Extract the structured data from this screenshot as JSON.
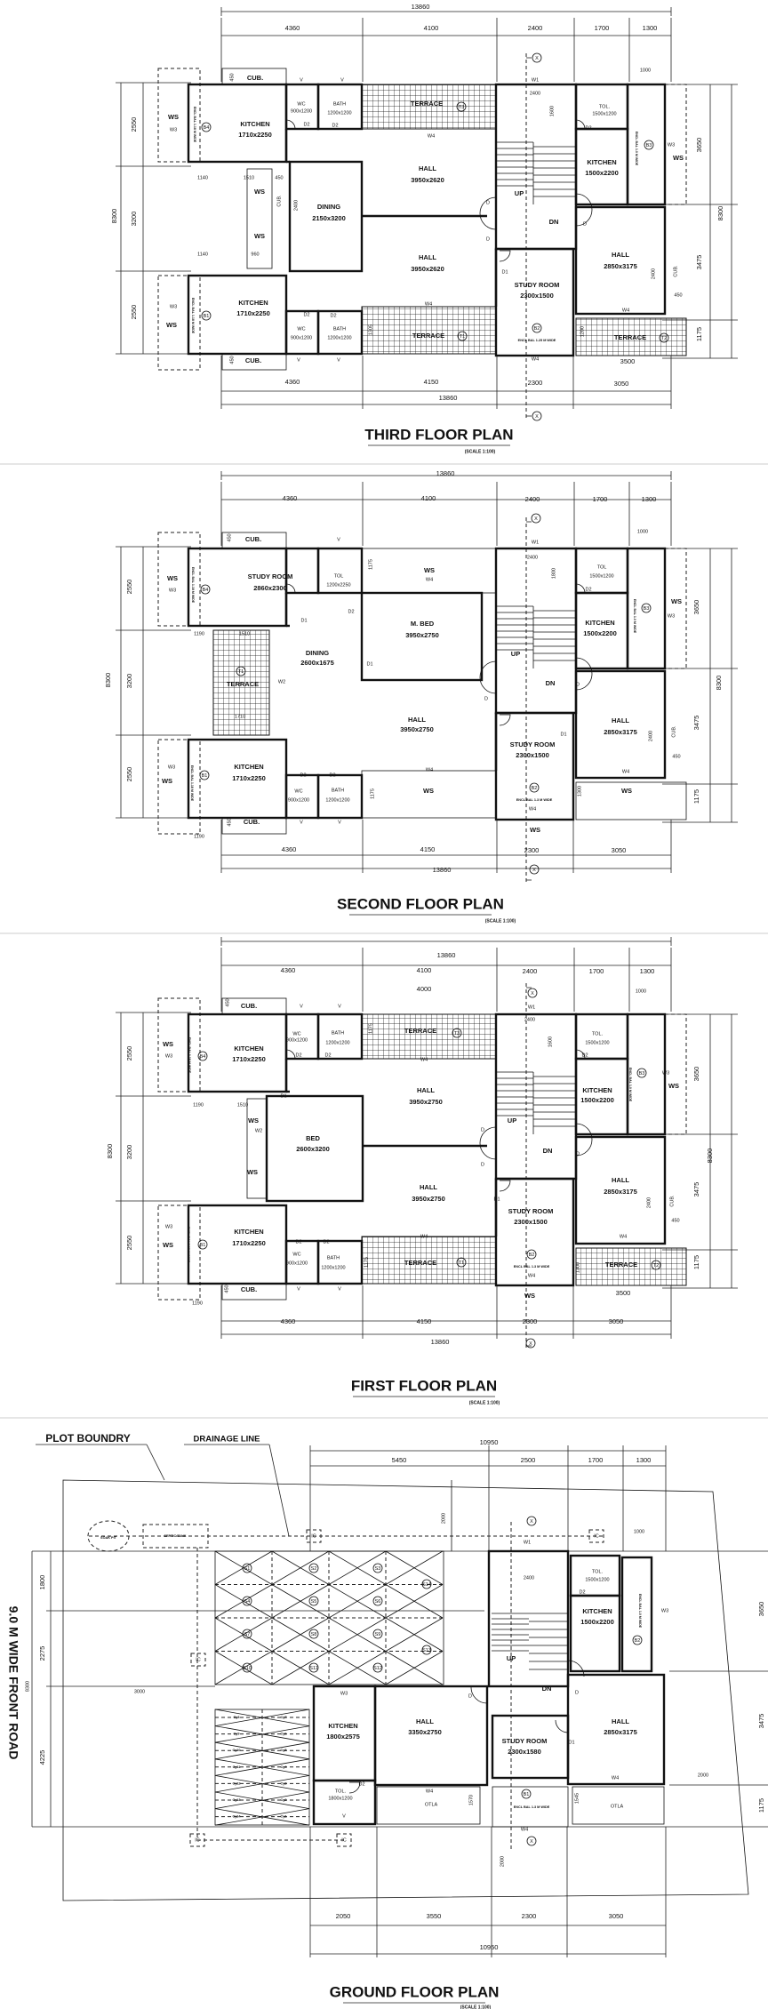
{
  "floors": [
    {
      "title": "THIRD  FLOOR PLAN",
      "scale": "(SCALE 1:100)",
      "labels": [
        "13860",
        "4360",
        "4100",
        "2400",
        "1700",
        "1300",
        "1000",
        "2550",
        "8300",
        "3200",
        "2550",
        "3650",
        "8300",
        "3475",
        "1175",
        "KITCHEN",
        "1710x2250",
        "WS",
        "W3",
        "ENCL BAL 1.18 M WIDE",
        "CUB.",
        "450",
        "V",
        "V",
        "WC",
        "900x1200",
        "BATH",
        "1200x1200",
        "D2",
        "D2",
        "TERRACE",
        "W4",
        "W1",
        "2400",
        "1600",
        "TOL.",
        "1500x1200",
        "D2",
        "ENCL BAL 1.0 M WIDE",
        "W3",
        "WS",
        "KITCHEN",
        "1500x2200",
        "HALL",
        "3950x2620",
        "1140",
        "1510",
        "450",
        "WS",
        "CUB.",
        "2400",
        "DINING",
        "2150x3200",
        "UP",
        "DN",
        "D",
        "D",
        "D",
        "WS",
        "1140",
        "960",
        "HALL",
        "3950x2620",
        "HALL",
        "2850x3175",
        "2400",
        "CUB.",
        "450",
        "D1",
        "STUDY ROOM",
        "2300x1500",
        "KITCHEN",
        "1710x2250",
        "W3",
        "WS",
        "ENCL BAL 1.18 M WIDE",
        "D2",
        "D2",
        "WC",
        "900x1200",
        "BATH",
        "1200x1200",
        "1305",
        "W4",
        "TERRACE",
        "ENCL BAL 1.25 M WIDE",
        "W4",
        "1200",
        "TERRACE",
        "450",
        "CUB.",
        "V",
        "V",
        "W4",
        "3500",
        "4360",
        "4150",
        "2300",
        "3050",
        "13860"
      ],
      "tags": [
        "T3",
        "B4",
        "B3",
        "B1",
        "T1",
        "B2",
        "T2",
        "X",
        "X"
      ]
    },
    {
      "title": "SECOND  FLOOR PLAN",
      "scale": "(SCALE 1:100)",
      "labels": [
        "13860",
        "4360",
        "4100",
        "2400",
        "1700",
        "1300",
        "1000",
        "2550",
        "8300",
        "3200",
        "2550",
        "3650",
        "8300",
        "3475",
        "1175",
        "CUB.",
        "450",
        "WS",
        "W3",
        "ENCL BAL 1.18 M WIDE",
        "STUDY ROOM",
        "2860x2300",
        "D1",
        "V",
        "TOL",
        "1200x2250",
        "D2",
        "1175",
        "WS",
        "W4",
        "M. BED",
        "3950x2750",
        "D1",
        "W1",
        "2400",
        "1800",
        "TOL",
        "1500x1200",
        "D2",
        "KITCHEN",
        "1500x2200",
        "ENCL BAL 1.0 M WIDE",
        "W3",
        "WS",
        "1190",
        "1510",
        "DINING",
        "2600x1675",
        "TERRACE",
        "W2",
        "1710",
        "UP",
        "DN",
        "D",
        "D",
        "HALL",
        "3950x2750",
        "HALL",
        "2850x3175",
        "2400",
        "CUB.",
        "450",
        "D1",
        "STUDY ROOM",
        "2300x1500",
        "KITCHEN",
        "1710x2250",
        "W3",
        "WS",
        "ENCL BAL 1.18 M WIDE",
        "D2",
        "D2",
        "WC",
        "900x1200",
        "BATH",
        "1200x1200",
        "1175",
        "W4",
        "WS",
        "ENCL BAL 1.3 M WIDE",
        "W4",
        "W4",
        "1300",
        "WS",
        "450",
        "CUB.",
        "V",
        "V",
        "WS",
        "1190",
        "4360",
        "4150",
        "2300",
        "3050",
        "13860"
      ],
      "tags": [
        "B4",
        "B3",
        "T1",
        "B1",
        "B2",
        "X",
        "X"
      ]
    },
    {
      "title": "FIRST FLOOR PLAN",
      "scale": "(SCALE 1:100)",
      "labels": [
        "13860",
        "4360",
        "4100",
        "2400",
        "1700",
        "1300",
        "4000",
        "1000",
        "2550",
        "8300",
        "3200",
        "2550",
        "3650",
        "8300",
        "3475",
        "1175",
        "CUB.",
        "450",
        "V",
        "V",
        "WS",
        "W3",
        "ENCL BAL 1.18 M WIDE",
        "KITCHEN",
        "1710x2250",
        "WC",
        "900x1200",
        "BATH",
        "1200x1200",
        "D2",
        "D2",
        "1175",
        "TERRACE",
        "W4",
        "W1",
        "2400",
        "1600",
        "TOL.",
        "1500x1200",
        "D2",
        "KITCHEN",
        "1500x2200",
        "ENCL BAL 1.0 M WIDE",
        "W3",
        "WS",
        "HALL",
        "3950x2750",
        "D1",
        "1190",
        "1510",
        "WS",
        "W2",
        "BED",
        "2600x3200",
        "WS",
        "UP",
        "DN",
        "D",
        "D",
        "D",
        "HALL",
        "3950x2750",
        "HALL",
        "2850x3175",
        "2400",
        "CUB.",
        "450",
        "D1",
        "STUDY ROOM",
        "2300x1500",
        "KITCHEN",
        "1710x2250",
        "W3",
        "WS",
        "ENCL BAL 1.13 M WIDE",
        "D2",
        "D2",
        "WC",
        "900x1200",
        "BATH",
        "1200x1200",
        "1175",
        "W4",
        "TERRACE",
        "ENCL BAL 1.3 M WIDE",
        "W4",
        "W4",
        "1300",
        "TERRACE",
        "450",
        "CUB.",
        "V",
        "V",
        "WS",
        "3500",
        "1190",
        "4360",
        "4150",
        "2300",
        "3050",
        "13860"
      ],
      "tags": [
        "T3",
        "B4",
        "B3",
        "B1",
        "T1",
        "B2",
        "T2",
        "X",
        "X"
      ]
    },
    {
      "title": "GROUND FLOOR PLAN",
      "scale": "(SCALE 1:100)",
      "labels": [
        "PLOT BOUNDRY",
        "DRAINAGE LINE",
        "10950",
        "5450",
        "2500",
        "1700",
        "1300",
        "2000",
        "1000",
        "SOAK PIT",
        "SEPTIC TANK",
        "W1",
        "2400",
        "TOL.",
        "1500x1200",
        "D2",
        "ENCL BAL 1.0 M WIDE",
        "W3",
        "KITCHEN",
        "1500x2200",
        "9.0 M WIDE FRONT ROAD",
        "8300",
        "1800",
        "2275",
        "4225",
        "UP",
        "DN",
        "D",
        "D",
        "3000",
        "W3",
        "KITCHEN",
        "1800x2575",
        "HALL",
        "3350x2750",
        "STUDY ROOM",
        "2300x1580",
        "D1",
        "HALL",
        "2850x3175",
        "W4",
        "2000",
        "D2",
        "TOL.",
        "1800x1200",
        "W4",
        "OTLA",
        "1570",
        "ENCL BAL 1.3 M WIDE",
        "1545",
        "OTLA",
        "V",
        "W4",
        "2000",
        "3650",
        "3475",
        "1175",
        "2050",
        "3550",
        "2300",
        "3050",
        "10950"
      ],
      "tags": [
        "S1",
        "S2",
        "S3",
        "S4",
        "S5",
        "S6",
        "S7",
        "S8",
        "S9",
        "S10",
        "S11",
        "S12",
        "S14",
        "S13",
        "B1",
        "B2",
        "X",
        "X"
      ],
      "ic_labels": [
        "IC",
        "IC",
        "IC",
        "IC",
        "IC"
      ],
      "cycle_tags": [
        "Cy8",
        "Cy9",
        "Cy10",
        "Cy11",
        "Cy12",
        "Cy13",
        "Cy14",
        "Cy7",
        "Cy6",
        "Cy5",
        "Cy4",
        "Cy3",
        "Cy2",
        "Cy1"
      ]
    }
  ]
}
